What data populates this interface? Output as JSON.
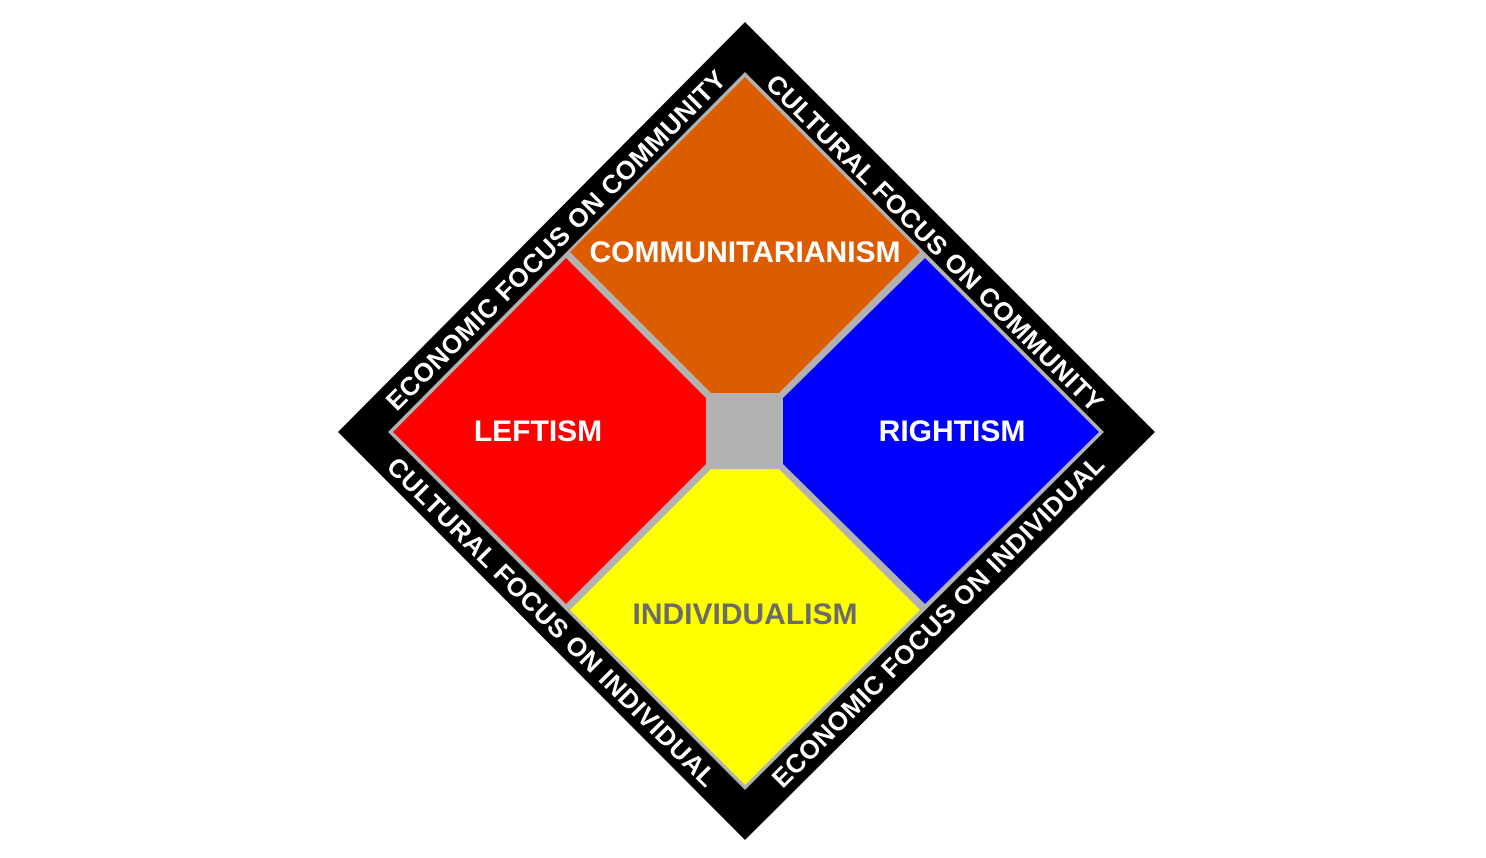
{
  "colors": {
    "frame": "#000000",
    "divider": "#b2b2b2",
    "center": "#b2b2b2",
    "top": "#dd5c00",
    "left": "#ff0000",
    "right": "#0000ff",
    "bottom": "#ffff00",
    "label_light": "#ffffff",
    "label_dark": "#6b6b6b"
  },
  "quadrants": {
    "top": {
      "label": "COMMUNITARIANISM"
    },
    "left": {
      "label": "LEFTISM"
    },
    "right": {
      "label": "RIGHTISM"
    },
    "bottom": {
      "label": "INDIVIDUALISM"
    }
  },
  "edges": {
    "upper_left": "ECONOMIC FOCUS ON COMMUNITY",
    "upper_right": "CULTURAL FOCUS ON COMMUNITY",
    "lower_left": "CULTURAL FOCUS ON INDIVIDUAL",
    "lower_right": "ECONOMIC FOCUS ON INDIVIDUAL"
  }
}
